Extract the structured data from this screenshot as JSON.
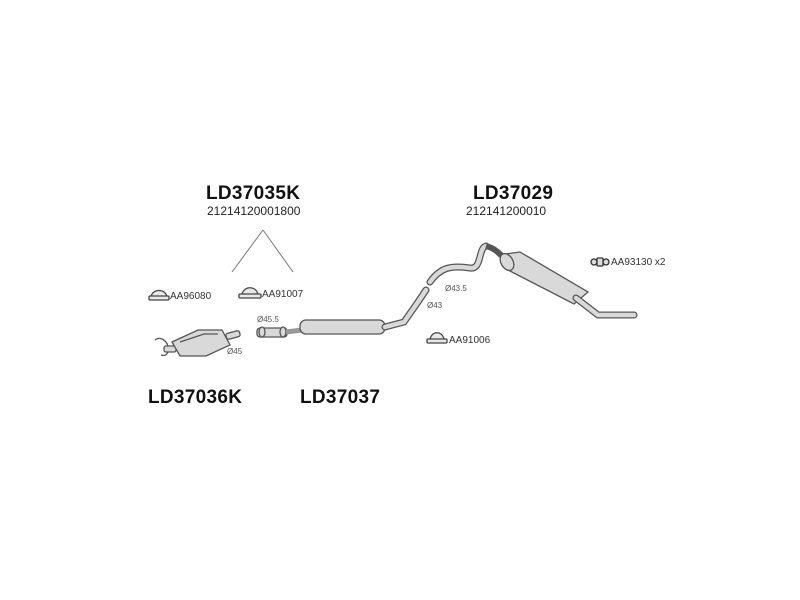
{
  "parts": {
    "rear_silencer": {
      "part_number": "LD37029",
      "oem_number": "212141200010"
    },
    "catalyst_kit": {
      "part_number": "LD37035K",
      "oem_number": "21214120001800"
    },
    "front_pipe_kit": {
      "part_number": "LD37036K"
    },
    "middle_silencer": {
      "part_number": "LD37037"
    }
  },
  "accessories": {
    "clamp_a": "AA96080",
    "clamp_b": "AA91007",
    "clamp_c": "AA91006",
    "rubber_mount": "AA93130 x2"
  },
  "diameters": {
    "d45": "Ø45",
    "d455": "Ø45.5",
    "d43": "Ø43",
    "d435": "Ø43.5"
  },
  "colors": {
    "stroke": "#555555",
    "fill": "#d9d9d9",
    "text": "#111111"
  }
}
